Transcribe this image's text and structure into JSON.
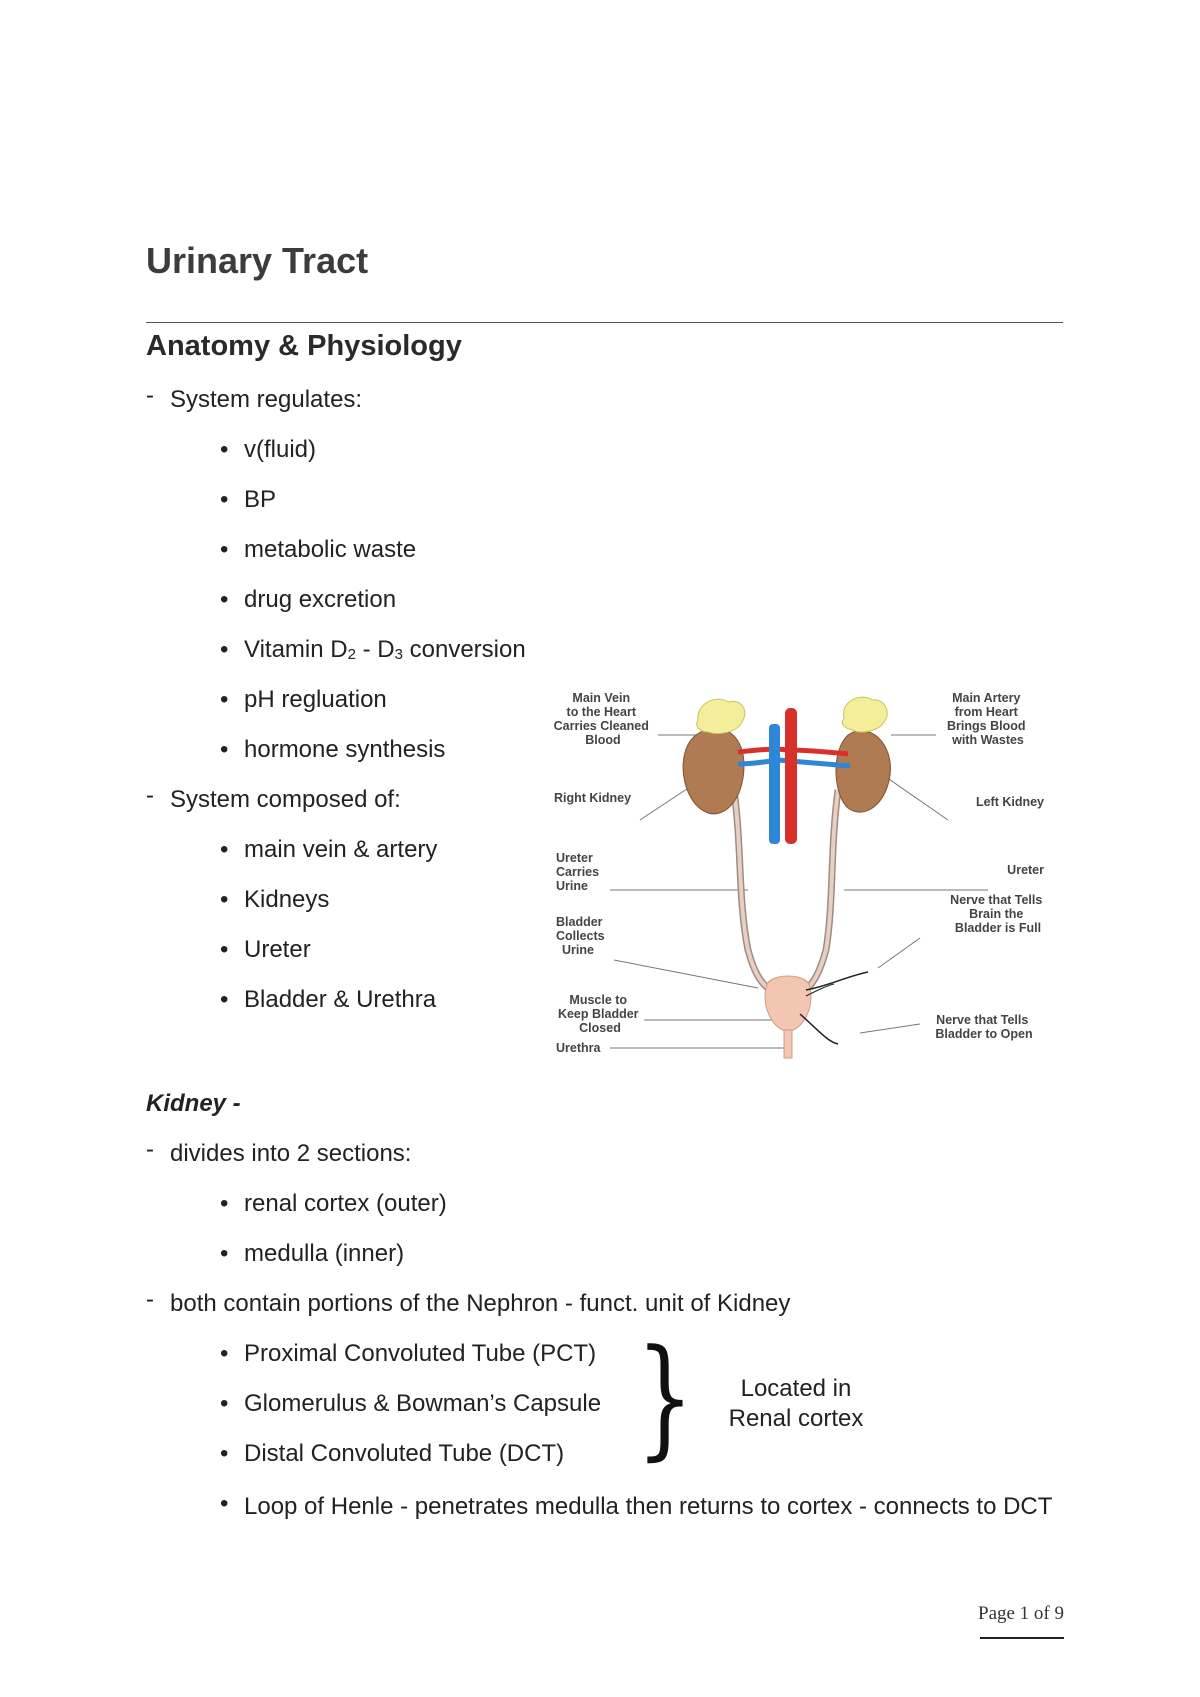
{
  "title": "Urinary Tract",
  "subtitle": "Anatomy & Physiology",
  "dash_mark": "-",
  "bullet_mark": "•",
  "regulates": {
    "heading": "System regulates:",
    "items": [
      "v(fluid)",
      "BP",
      "metabolic waste",
      "drug excretion"
    ],
    "vitamin": {
      "prefix": "Vitamin D",
      "sub1": "2",
      "mid": " - D",
      "sub2": "3",
      "suffix": " conversion"
    },
    "items2": [
      "pH regluation",
      "hormone synthesis"
    ]
  },
  "composed": {
    "heading": "System composed of:",
    "items": [
      "main vein & artery",
      "Kidneys",
      "Ureter",
      "Bladder & Urethra"
    ]
  },
  "kidney": {
    "heading": "Kidney -",
    "divides": "divides into 2 sections:",
    "sections": [
      "renal cortex (outer)",
      "medulla (inner)"
    ],
    "nephron": "both contain portions of the Nephron - funct. unit of Kidney",
    "parts": [
      "Proximal Convoluted Tube (PCT)",
      "Glomerulus & Bowman’s Capsule",
      "Distal Convoluted Tube (DCT)"
    ],
    "brace": "}",
    "located": [
      "Located in",
      "Renal cortex"
    ],
    "loop": "Loop of Henle - penetrates medulla then returns to cortex - connects to DCT"
  },
  "figure": {
    "labels": {
      "main_vein": [
        "Main Vein",
        "to the Heart",
        "Carries Cleaned",
        "Blood"
      ],
      "main_artery": [
        "Main Artery",
        "from Heart",
        "Brings Blood",
        "with Wastes"
      ],
      "right_kidney": [
        "Right Kidney"
      ],
      "left_kidney": [
        "Left Kidney"
      ],
      "ureter_left": [
        "Ureter",
        "Carries",
        "Urine"
      ],
      "ureter_right": [
        "Ureter"
      ],
      "bladder": [
        "Bladder",
        "Collects",
        "Urine"
      ],
      "nerve_full": [
        "Nerve that Tells",
        "Brain the",
        "Bladder is Full"
      ],
      "muscle": [
        "Muscle to",
        "Keep Bladder",
        "Closed"
      ],
      "nerve_open": [
        "Nerve that Tells",
        "Bladder to Open"
      ],
      "urethra": [
        "Urethra"
      ]
    },
    "colors": {
      "kidney": "#b07a52",
      "adrenal": "#f4ee9a",
      "vein": "#2d86d6",
      "artery": "#d8312c",
      "bladder": "#f4c6b2",
      "ureter": "#e8cfc2"
    }
  },
  "page_number": "Page 1 of 9"
}
